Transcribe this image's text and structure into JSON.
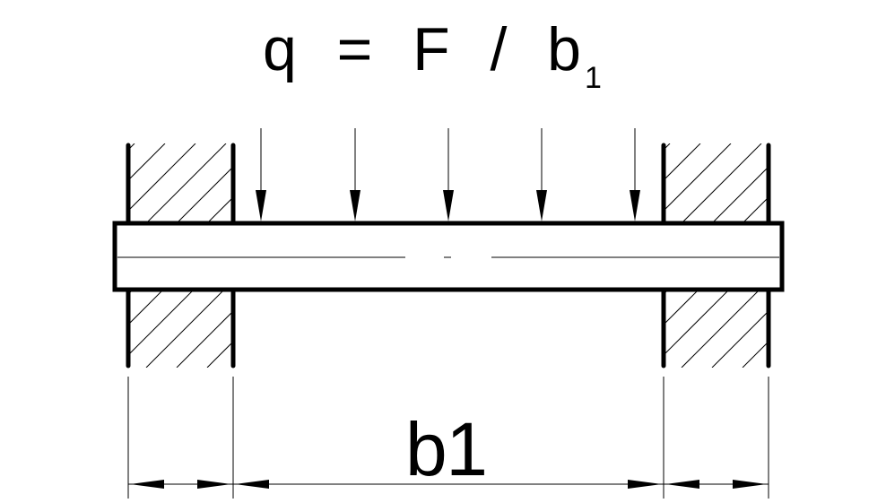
{
  "formula": {
    "main": "q=F/b",
    "subscript": "1"
  },
  "dimension": {
    "label": "b1"
  },
  "colors": {
    "line": "#000000",
    "background": "#ffffff"
  }
}
